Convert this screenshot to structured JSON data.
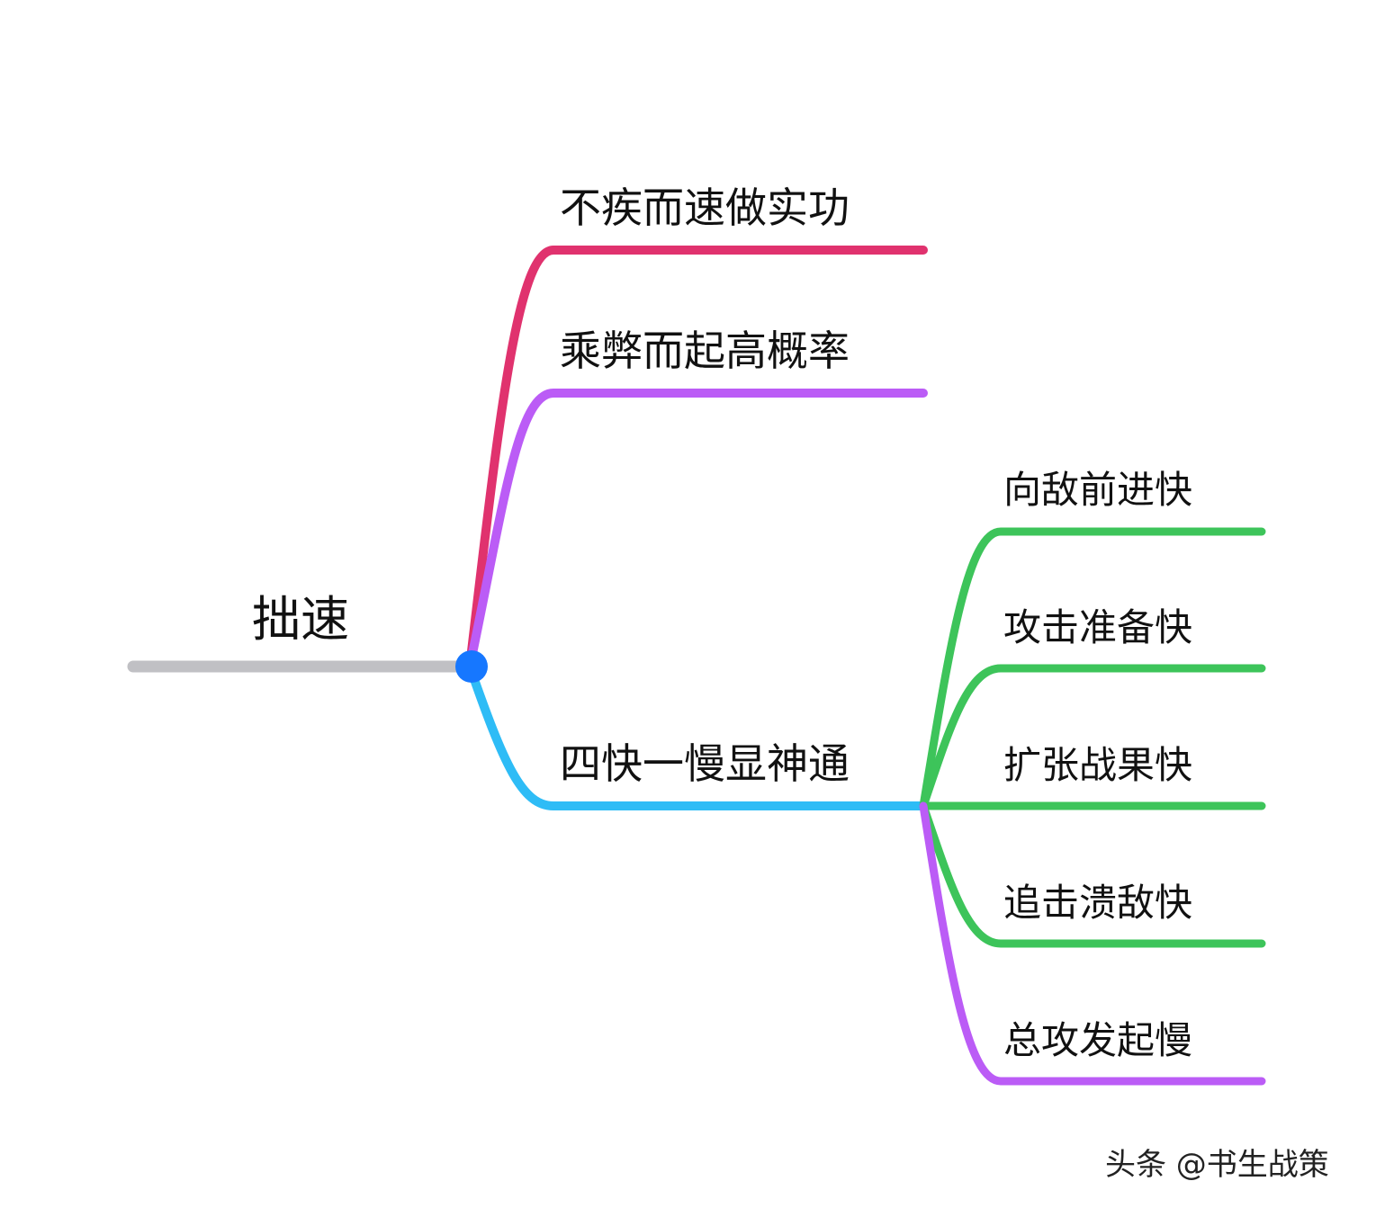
{
  "root": {
    "label": "拙速",
    "line_color": "#c0c0c4",
    "node_color": "#1677ff"
  },
  "branches": [
    {
      "label": "不疾而速做实功",
      "color": "#e0326e"
    },
    {
      "label": "乘弊而起高概率",
      "color": "#bb5cf6"
    },
    {
      "label": "四快一慢显神通",
      "color": "#2ebcf6",
      "children": [
        {
          "label": "向敌前进快",
          "color": "#3dc45a"
        },
        {
          "label": "攻击准备快",
          "color": "#3dc45a"
        },
        {
          "label": "扩张战果快",
          "color": "#3dc45a"
        },
        {
          "label": "追击溃敌快",
          "color": "#3dc45a"
        },
        {
          "label": "总攻发起慢",
          "color": "#bb5cf6"
        }
      ]
    }
  ],
  "watermark": "头条 @书生战策"
}
